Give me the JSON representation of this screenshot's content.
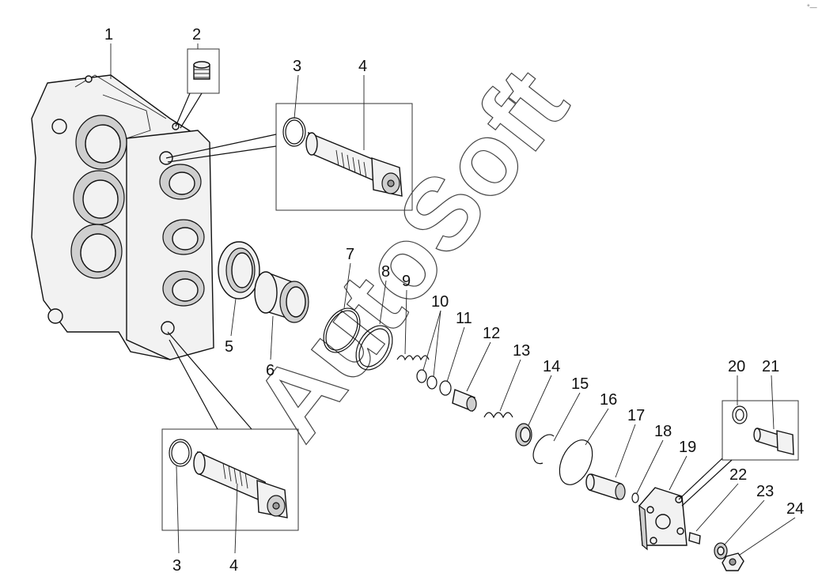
{
  "watermark": "AutoSoft",
  "corner_mark": "°—",
  "callouts": {
    "c1": "1",
    "c2": "2",
    "c3a": "3",
    "c4a": "4",
    "c5": "5",
    "c6": "6",
    "c7": "7",
    "c8": "8",
    "c9": "9",
    "c10": "10",
    "c11": "11",
    "c12": "12",
    "c13": "13",
    "c14": "14",
    "c15": "15",
    "c16": "16",
    "c17": "17",
    "c18": "18",
    "c19": "19",
    "c20": "20",
    "c21": "21",
    "c22": "22",
    "c23": "23",
    "c24": "24",
    "c3b": "3",
    "c4b": "4"
  }
}
